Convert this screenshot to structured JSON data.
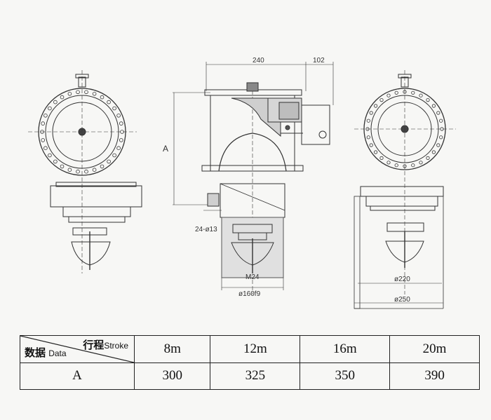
{
  "drawing": {
    "dims": {
      "w240": "240",
      "w102": "102",
      "hA": "A",
      "holes": "24-ø13",
      "thread": "M24",
      "shaft": "ø160f9",
      "d220": "ø220",
      "d250": "ø250"
    }
  },
  "table": {
    "header_top_cn": "行程",
    "header_top_en": "Stroke",
    "header_bottom_cn": "数据",
    "header_bottom_en": "Data",
    "strokes": [
      "8m",
      "12m",
      "16m",
      "20m"
    ],
    "row_label": "A",
    "values": [
      "300",
      "325",
      "350",
      "390"
    ]
  }
}
